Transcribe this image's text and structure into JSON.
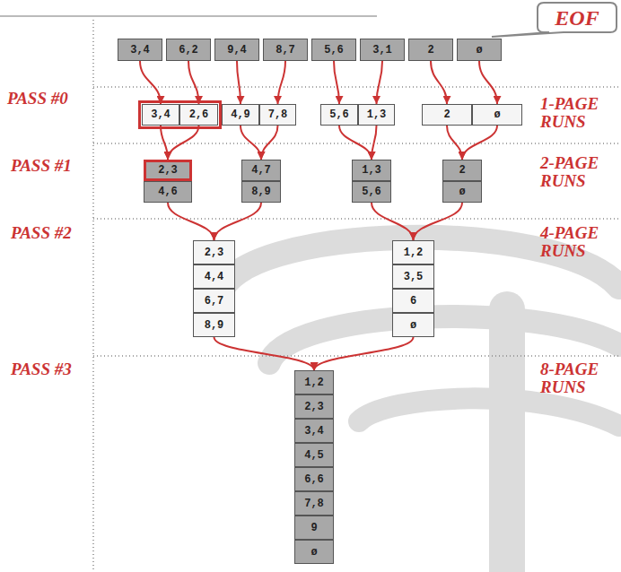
{
  "diagram": {
    "nodes": [
      {
        "text": [
          "EOF"
        ]
      },
      {
        "text": [
          "3,4"
        ]
      },
      {
        "text": [
          "6,2"
        ]
      },
      {
        "text": [
          "9,4"
        ]
      },
      {
        "text": [
          "8,7"
        ]
      },
      {
        "text": [
          "5,6"
        ]
      },
      {
        "text": [
          "3,1"
        ]
      },
      {
        "text": [
          "2"
        ]
      },
      {
        "text": [
          "ø"
        ]
      },
      {
        "text": [
          "3,4"
        ]
      },
      {
        "text": [
          "2,6"
        ]
      },
      {
        "text": [
          "4,9"
        ]
      },
      {
        "text": [
          "7,8"
        ]
      },
      {
        "text": [
          "5,6"
        ]
      },
      {
        "text": [
          "1,3"
        ]
      },
      {
        "text": [
          "2"
        ]
      },
      {
        "text": [
          "ø"
        ]
      },
      {
        "text": [
          "2,3"
        ]
      },
      {
        "text": [
          "4,6"
        ]
      },
      {
        "text": [
          "4,7"
        ]
      },
      {
        "text": [
          "8,9"
        ]
      },
      {
        "text": [
          "1,3"
        ]
      },
      {
        "text": [
          "5,6"
        ]
      },
      {
        "text": [
          "2"
        ]
      },
      {
        "text": [
          "ø"
        ]
      },
      {
        "text": [
          "2,3"
        ]
      },
      {
        "text": [
          "4,4"
        ]
      },
      {
        "text": [
          "6,7"
        ]
      },
      {
        "text": [
          "8,9"
        ]
      },
      {
        "text": [
          "1,2"
        ]
      },
      {
        "text": [
          "3,5"
        ]
      },
      {
        "text": [
          "6"
        ]
      },
      {
        "text": [
          "ø"
        ]
      },
      {
        "text": [
          "1,2"
        ]
      },
      {
        "text": [
          "2,3"
        ]
      },
      {
        "text": [
          "3,4"
        ]
      },
      {
        "text": [
          "4,5"
        ]
      },
      {
        "text": [
          "6,6"
        ]
      },
      {
        "text": [
          "7,8"
        ]
      },
      {
        "text": [
          "9"
        ]
      },
      {
        "text": [
          "ø"
        ]
      }
    ],
    "edges": [
      {
        "from": 1,
        "to": 9,
        "arrow": "to"
      },
      {
        "from": 2,
        "to": 10,
        "arrow": "to"
      },
      {
        "from": 3,
        "to": 11,
        "arrow": "to"
      },
      {
        "from": 4,
        "to": 12,
        "arrow": "to"
      },
      {
        "from": 5,
        "to": 13,
        "arrow": "to"
      },
      {
        "from": 6,
        "to": 14,
        "arrow": "to"
      },
      {
        "from": 7,
        "to": 15,
        "arrow": "to"
      },
      {
        "from": 8,
        "to": 16,
        "arrow": "to"
      },
      {
        "from": 9,
        "to": 17,
        "arrow": "to"
      },
      {
        "from": 10,
        "to": 17,
        "arrow": "to"
      },
      {
        "from": 11,
        "to": 19,
        "arrow": "to"
      },
      {
        "from": 12,
        "to": 19,
        "arrow": "to"
      },
      {
        "from": 13,
        "to": 21,
        "arrow": "to"
      },
      {
        "from": 14,
        "to": 21,
        "arrow": "to"
      },
      {
        "from": 15,
        "to": 23,
        "arrow": "to"
      },
      {
        "from": 16,
        "to": 23,
        "arrow": "to"
      },
      {
        "from": 18,
        "to": 25,
        "arrow": "to"
      },
      {
        "from": 20,
        "to": 25,
        "arrow": "to"
      },
      {
        "from": 22,
        "to": 29,
        "arrow": "to"
      },
      {
        "from": 24,
        "to": 29,
        "arrow": "to"
      },
      {
        "from": 28,
        "to": 33,
        "arrow": "to"
      },
      {
        "from": 32,
        "to": 33,
        "arrow": "to"
      }
    ],
    "labels": [
      "PASS #0",
      "1-PAGE RUNS",
      "PASS #1",
      "2-PAGE RUNS",
      "PASS #2",
      "4-PAGE RUNS",
      "PASS #3",
      "8-PAGE RUNS"
    ]
  }
}
